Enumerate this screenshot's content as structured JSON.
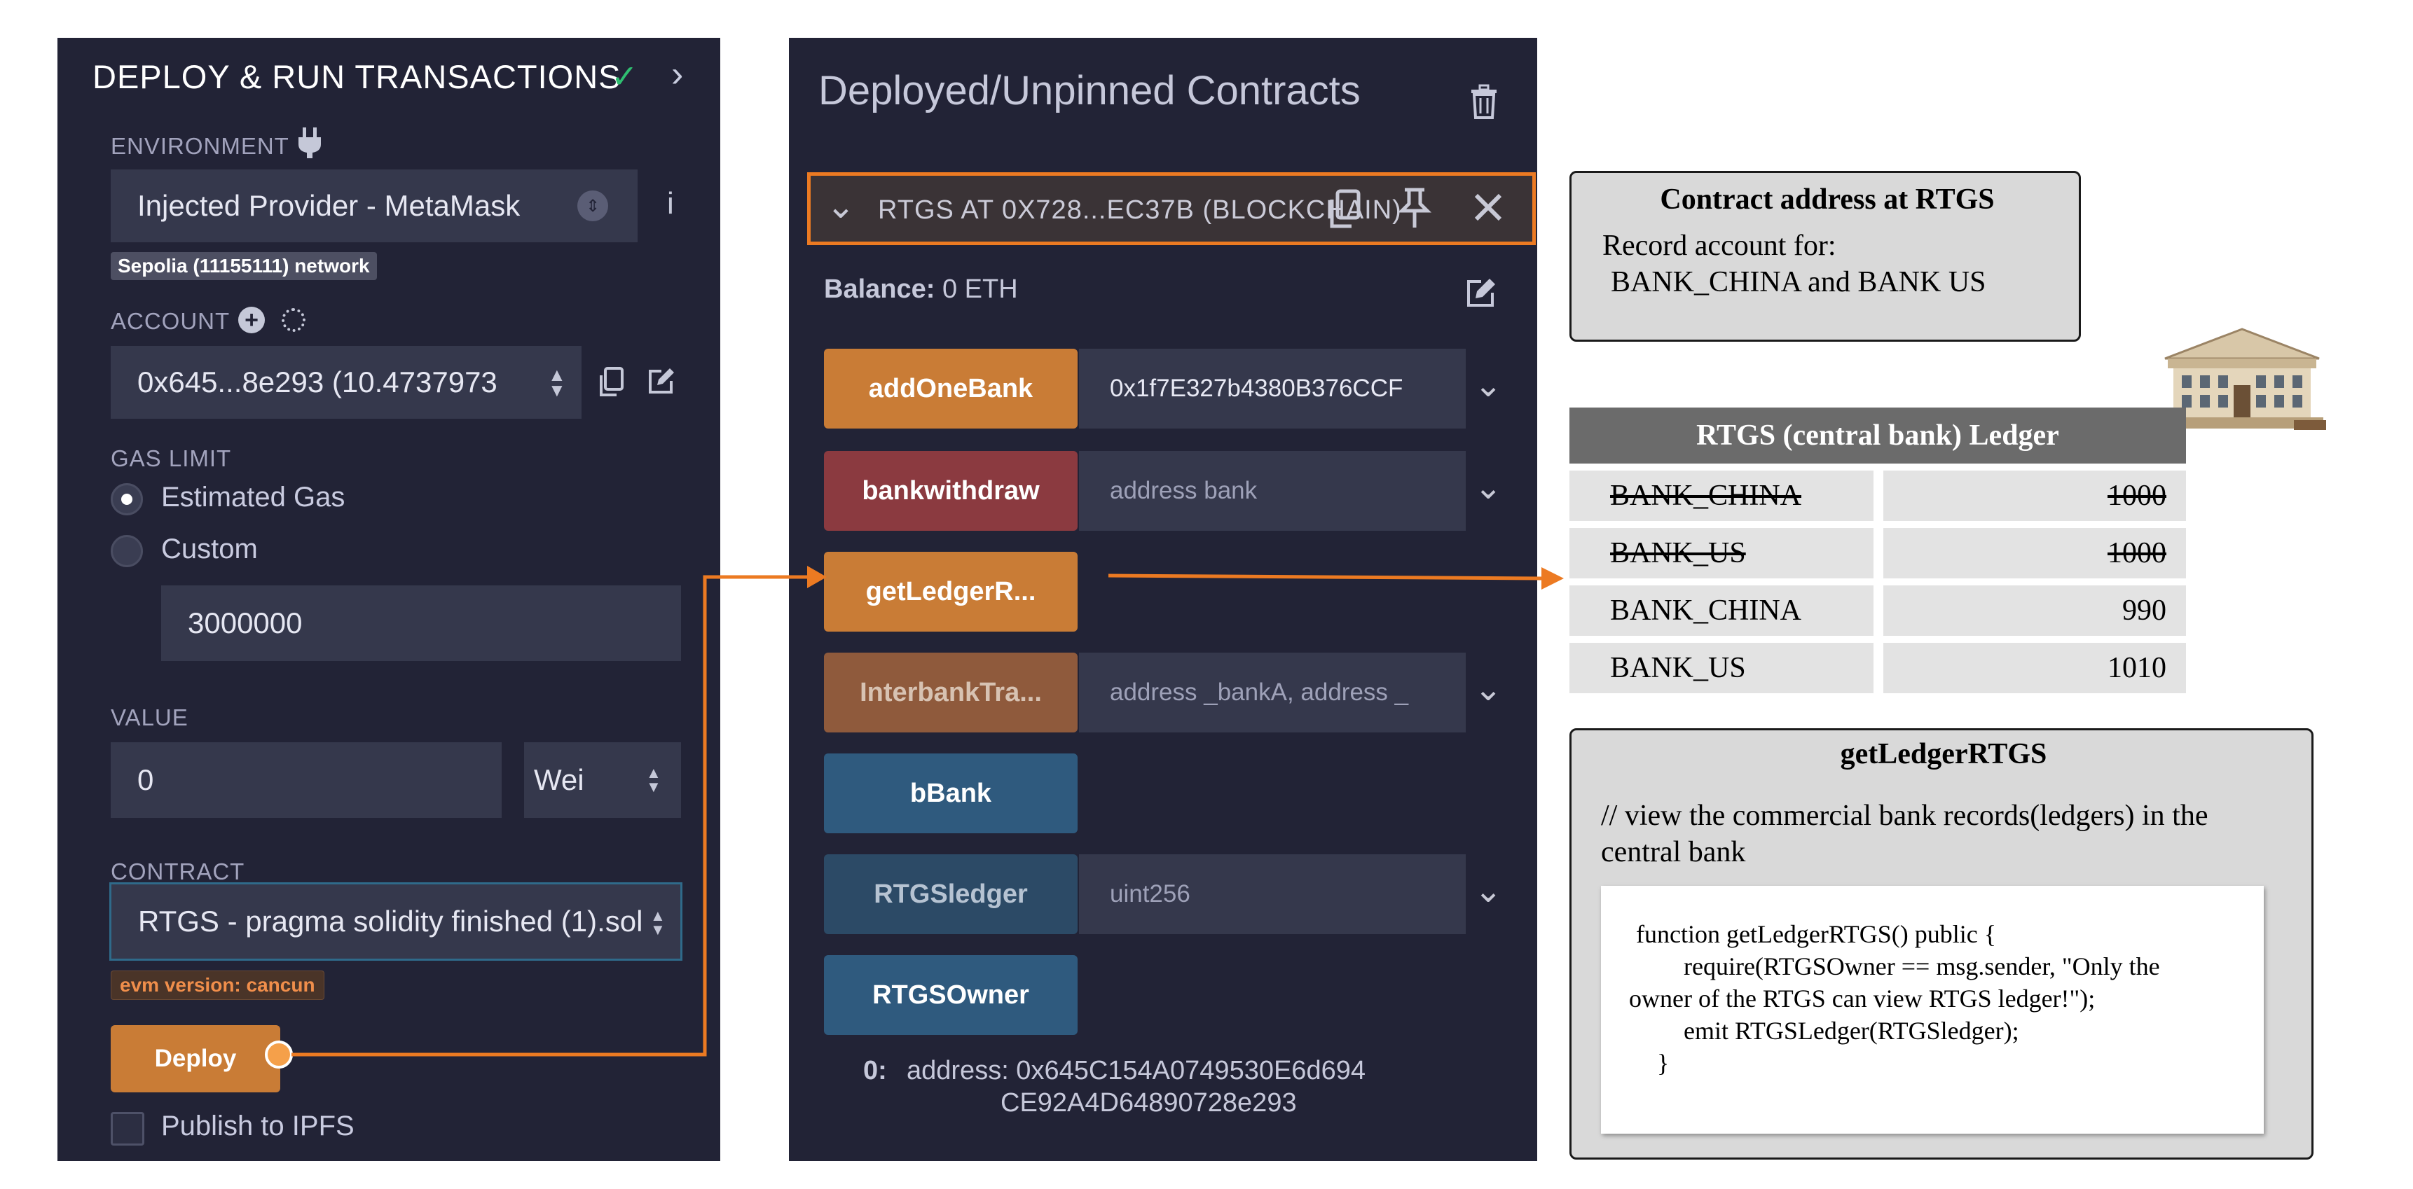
{
  "left_panel": {
    "title": "DEPLOY & RUN TRANSACTIONS",
    "environment_label": "ENVIRONMENT",
    "environment_value": "Injected Provider - MetaMask",
    "network_badge": "Sepolia (11155111) network",
    "account_label": "ACCOUNT",
    "account_value": "0x645...8e293 (10.4737973",
    "gas_limit_label": "GAS LIMIT",
    "gas_option_estimated": "Estimated Gas",
    "gas_option_custom": "Custom",
    "gas_selected": "Estimated Gas",
    "custom_gas_value": "3000000",
    "value_label": "VALUE",
    "value_amount": "0",
    "value_unit": "Wei",
    "contract_label": "CONTRACT",
    "contract_value": "RTGS - pragma solidity finished (1).sol",
    "evm_badge": "evm version: cancun",
    "deploy_label": "Deploy",
    "publish_label": "Publish to IPFS"
  },
  "middle_panel": {
    "title": "Deployed/Unpinned Contracts",
    "contract_instance": "RTGS AT 0X728...EC37B (BLOCKCHAIN)",
    "balance_label": "Balance:",
    "balance_value": "0 ETH",
    "functions": [
      {
        "name": "addOneBank",
        "input": "0x1f7E327b4380B376CCF",
        "input_filled": true,
        "color": "#c97c36",
        "has_input": true
      },
      {
        "name": "bankwithdraw",
        "input": "address bank",
        "input_filled": false,
        "color": "#8b3a40",
        "has_input": true
      },
      {
        "name": "getLedgerR...",
        "input": "",
        "color": "#c97c36",
        "has_input": false
      },
      {
        "name": "InterbankTra...",
        "input": "address _bankA, address _",
        "input_filled": false,
        "color": "#8f5a3c",
        "has_input": true
      },
      {
        "name": "bBank",
        "input": "",
        "color": "#2f5a7e",
        "has_input": false
      },
      {
        "name": "RTGSledger",
        "input": "uint256",
        "input_filled": false,
        "color": "#2c4a66",
        "has_input": true
      },
      {
        "name": "RTGSOwner",
        "input": "",
        "color": "#2f5a7e",
        "has_input": false
      }
    ],
    "output_index": "0:",
    "output_line1": "address: 0x645C154A0749530E6d694",
    "output_line2": "CE92A4D64890728e293"
  },
  "annotations": {
    "contract_box": {
      "title": "Contract address at RTGS",
      "line1": "Record account for:",
      "line2": "BANK_CHINA and BANK US"
    },
    "ledger": {
      "title": "RTGS (central bank) Ledger",
      "rows": [
        {
          "bank": "BANK_CHINA",
          "amount": "1000",
          "struck": true
        },
        {
          "bank": "BANK_US",
          "amount": "1000",
          "struck": true
        },
        {
          "bank": "BANK_CHINA",
          "amount": "990",
          "struck": false
        },
        {
          "bank": "BANK_US",
          "amount": "1010",
          "struck": false
        }
      ]
    },
    "function_box": {
      "title": "getLedgerRTGS",
      "description": "// view the commercial bank records(ledgers) in the central bank",
      "code": [
        "function getLedgerRTGS() public {",
        "require(RTGSOwner == msg.sender, \"Only the",
        "owner of the RTGS can view RTGS ledger!\");",
        "emit RTGSLedger(RTGSledger);",
        "}"
      ]
    }
  },
  "colors": {
    "panel_bg": "#222336",
    "accent_orange": "#ec7a22",
    "deploy_orange": "#c97c36"
  }
}
